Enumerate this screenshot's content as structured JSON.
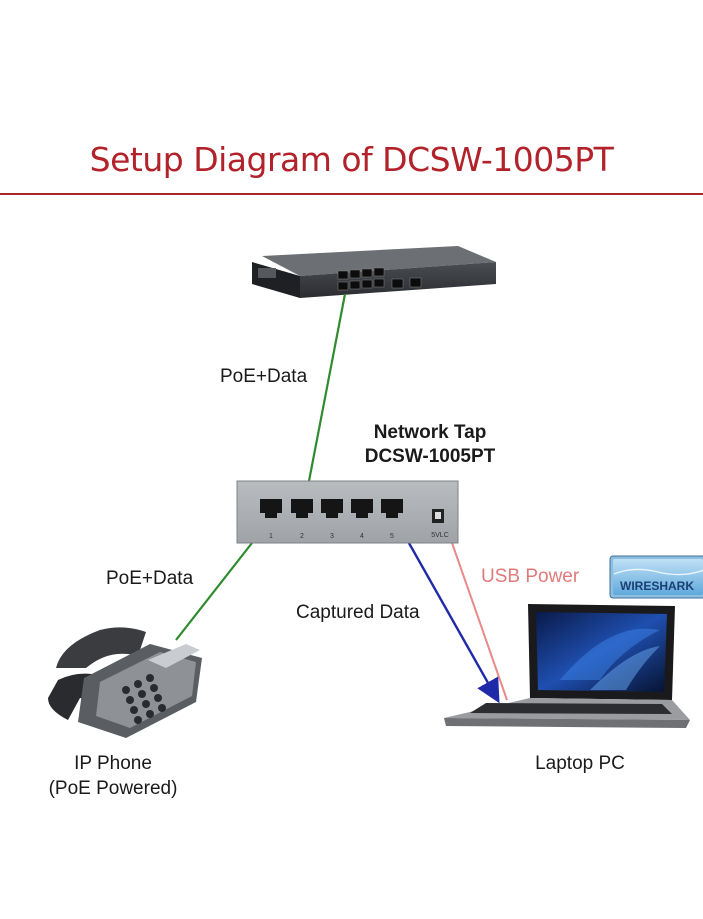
{
  "title": "Setup Diagram of DCSW-1005PT",
  "tap": {
    "line1": "Network Tap",
    "line2": "DCSW-1005PT",
    "port_labels": [
      "1",
      "2",
      "3",
      "4",
      "5"
    ],
    "power_label": "5VLC"
  },
  "links": {
    "router_to_tap": "PoE+Data",
    "tap_to_phone": "PoE+Data",
    "captured": "Captured Data",
    "usb": "USB Power"
  },
  "devices": {
    "phone_line1": "IP Phone",
    "phone_line2": "(PoE Powered)",
    "laptop": "Laptop PC",
    "wireshark_logo": "WIRESHARK"
  },
  "colors": {
    "title": "#b2222a",
    "poe_link": "#2e8b2e",
    "captured_link": "#1f2aa8",
    "usb_link": "#e88a8a"
  }
}
